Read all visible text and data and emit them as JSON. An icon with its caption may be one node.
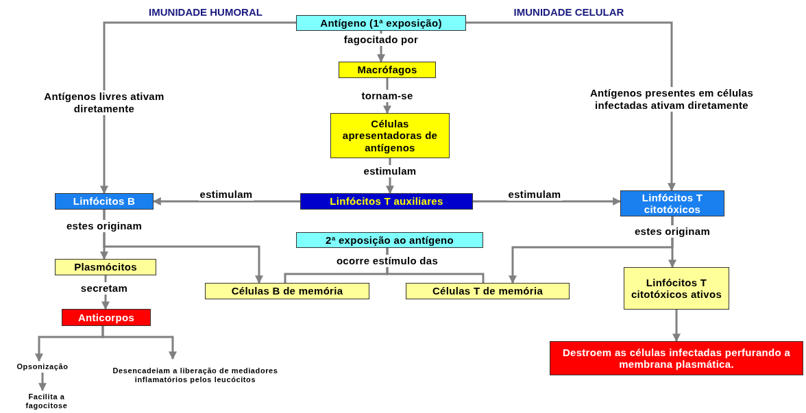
{
  "diagram": {
    "nodes": [
      {
        "text": [
          "Antígeno (1ª exposição)"
        ]
      },
      {
        "text": [
          "Macrófagos"
        ]
      },
      {
        "text": [
          "Células apresentadoras de antígenos"
        ]
      },
      {
        "text": [
          "Linfócitos T auxiliares"
        ]
      },
      {
        "text": [
          "Linfócitos B"
        ]
      },
      {
        "text": [
          "Linfócitos T citotóxicos"
        ]
      },
      {
        "text": [
          "2ª exposição ao antígeno"
        ]
      },
      {
        "text": [
          "Plasmócitos"
        ]
      },
      {
        "text": [
          "Células B de memória"
        ]
      },
      {
        "text": [
          "Células T de memória"
        ]
      },
      {
        "text": [
          "Linfócitos T citotóxicos ativos"
        ]
      },
      {
        "text": [
          "Anticorpos"
        ]
      },
      {
        "text": [
          "Destroem as células infectadas perfurando a membrana plasmática."
        ]
      },
      {
        "text": [
          "Opsonização"
        ]
      },
      {
        "text": [
          "Desencadeiam a liberação de mediadores inflamatórios pelos leucócitos"
        ]
      },
      {
        "text": [
          "Facilita a fagocitose"
        ]
      }
    ],
    "edges": [
      {
        "from": 0,
        "to": 1,
        "arrow": "to",
        "label": "fagocitado por"
      },
      {
        "from": 1,
        "to": 2,
        "arrow": "to",
        "label": "tornam-se"
      },
      {
        "from": 2,
        "to": 3,
        "arrow": "to",
        "label": "estimulam"
      },
      {
        "from": 3,
        "to": 4,
        "arrow": "to",
        "label": "estimulam"
      },
      {
        "from": 3,
        "to": 5,
        "arrow": "to",
        "label": "estimulam"
      },
      {
        "from": 0,
        "to": 4,
        "arrow": "to",
        "label": "Antígenos livres ativam diretamente"
      },
      {
        "from": 0,
        "to": 5,
        "arrow": "to",
        "label": "Antígenos presentes em células infectadas ativam diretamente"
      },
      {
        "from": 4,
        "to": 7,
        "arrow": "to",
        "label": "estes originam"
      },
      {
        "from": 4,
        "to": 8,
        "arrow": "to"
      },
      {
        "from": 5,
        "to": 10,
        "arrow": "to",
        "label": "estes originam"
      },
      {
        "from": 5,
        "to": 9,
        "arrow": "to"
      },
      {
        "from": 7,
        "to": 11,
        "arrow": "to",
        "label": "secretam"
      },
      {
        "from": 6,
        "to": 8,
        "arrow": "none",
        "label": "ocorre estímulo das"
      },
      {
        "from": 6,
        "to": 9,
        "arrow": "none"
      },
      {
        "from": 10,
        "to": 12,
        "arrow": "to"
      },
      {
        "from": 11,
        "to": 13,
        "arrow": "to"
      },
      {
        "from": 11,
        "to": 14,
        "arrow": "to"
      },
      {
        "from": 13,
        "to": 15,
        "arrow": "to"
      }
    ],
    "labels": [
      "IMUNIDADE HUMORAL",
      "IMUNIDADE CELULAR"
    ]
  }
}
